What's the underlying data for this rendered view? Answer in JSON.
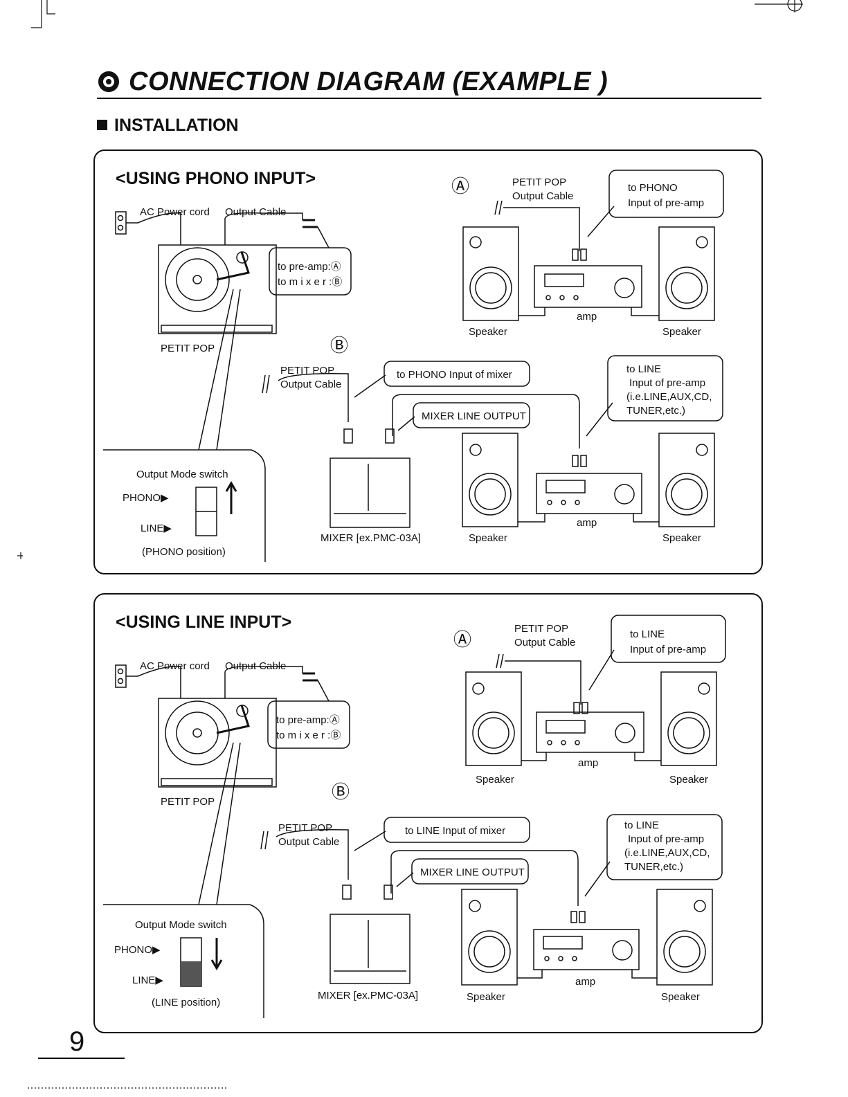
{
  "page": {
    "title": "CONNECTION DIAGRAM  (EXAMPLE )",
    "section": "INSTALLATION",
    "page_number": "9"
  },
  "panels": [
    {
      "heading": "<USING PHONO INPUT>",
      "ac_power_cord": "AC Power cord",
      "output_cable": "Output Cable",
      "turntable": "PETIT POP",
      "callout_pre_amp": "to pre-amp:Ⓐ",
      "callout_mixer": "to m i x e r :Ⓑ",
      "switch_title": "Output Mode switch",
      "switch_phono": "PHONO▶",
      "switch_line": "LINE▶",
      "switch_position": "(PHONO position)",
      "a_marker": "Ⓐ",
      "a_cable_1": "PETIT POP",
      "a_cable_2": "Output Cable",
      "a_target_1": "to PHONO",
      "a_target_2": "Input of pre-amp",
      "b_marker": "Ⓑ",
      "b_cable_1": "PETIT POP",
      "b_cable_2": "Output Cable",
      "b_mixer_input": "to PHONO Input of mixer",
      "mixer_line_output": "MIXER LINE OUTPUT",
      "b_target_1": "to LINE",
      "b_target_2": "Input of pre-amp",
      "b_target_3": "(i.e.LINE,AUX,CD,",
      "b_target_4": "TUNER,etc.)",
      "mixer_label": "MIXER [ex.PMC-03A]",
      "amp": "amp",
      "speaker": "Speaker"
    },
    {
      "heading": "<USING LINE INPUT>",
      "ac_power_cord": "AC Power cord",
      "output_cable": "Output Cable",
      "turntable": "PETIT POP",
      "callout_pre_amp": "to pre-amp:Ⓐ",
      "callout_mixer": "to m i x e r :Ⓑ",
      "switch_title": "Output Mode switch",
      "switch_phono": "PHONO▶",
      "switch_line": "LINE▶",
      "switch_position": "(LINE position)",
      "a_marker": "Ⓐ",
      "a_cable_1": "PETIT POP",
      "a_cable_2": "Output Cable",
      "a_target_1": "to LINE",
      "a_target_2": "Input of pre-amp",
      "b_marker": "Ⓑ",
      "b_cable_1": "PETIT POP",
      "b_cable_2": "Output Cable",
      "b_mixer_input": "to LINE Input of mixer",
      "mixer_line_output": "MIXER LINE OUTPUT",
      "b_target_1": "to LINE",
      "b_target_2": "Input of pre-amp",
      "b_target_3": "(i.e.LINE,AUX,CD,",
      "b_target_4": "TUNER,etc.)",
      "mixer_label": "MIXER [ex.PMC-03A]",
      "amp": "amp",
      "speaker": "Speaker"
    }
  ],
  "switch_states": [
    "PHONO",
    "LINE"
  ]
}
